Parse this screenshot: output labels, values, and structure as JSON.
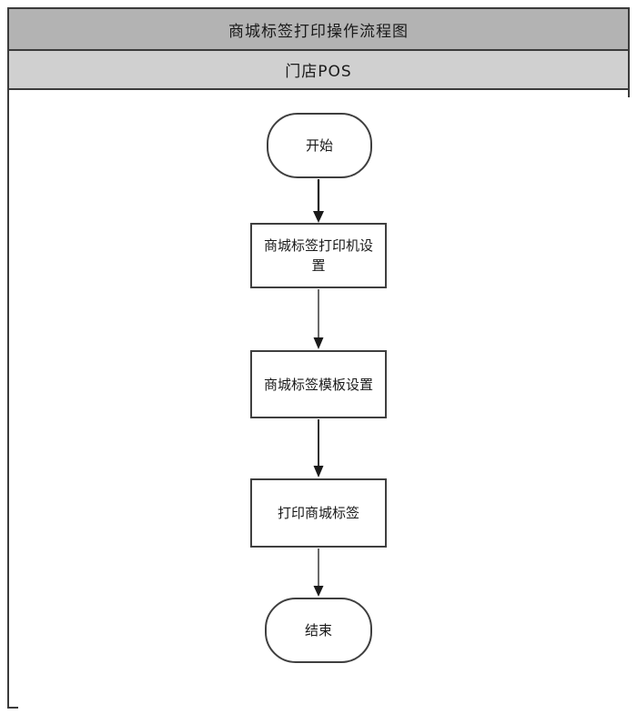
{
  "header": {
    "title": "商城标签打印操作流程图",
    "lane": "门店POS"
  },
  "flowchart": {
    "type": "flowchart",
    "direction": "top-to-bottom",
    "nodes": [
      {
        "id": "start",
        "type": "terminator",
        "label": "开始"
      },
      {
        "id": "printer-setup",
        "type": "process",
        "label": "商城标签打印机设置"
      },
      {
        "id": "template-setup",
        "type": "process",
        "label": "商城标签模板设置"
      },
      {
        "id": "print-label",
        "type": "process",
        "label": "打印商城标签"
      },
      {
        "id": "end",
        "type": "terminator",
        "label": "结束"
      }
    ],
    "edges": [
      {
        "from": "start",
        "to": "printer-setup"
      },
      {
        "from": "printer-setup",
        "to": "template-setup"
      },
      {
        "from": "template-setup",
        "to": "print-label"
      },
      {
        "from": "print-label",
        "to": "end"
      }
    ]
  },
  "colors": {
    "header_bg": "#b3b3b3",
    "lane_bg": "#d0d0d0",
    "frame_border": "#3b3b3b",
    "node_border": "#3f3f3f",
    "arrow": "#1a1a1a",
    "text": "#1a1a1a",
    "canvas_bg": "#ffffff"
  }
}
